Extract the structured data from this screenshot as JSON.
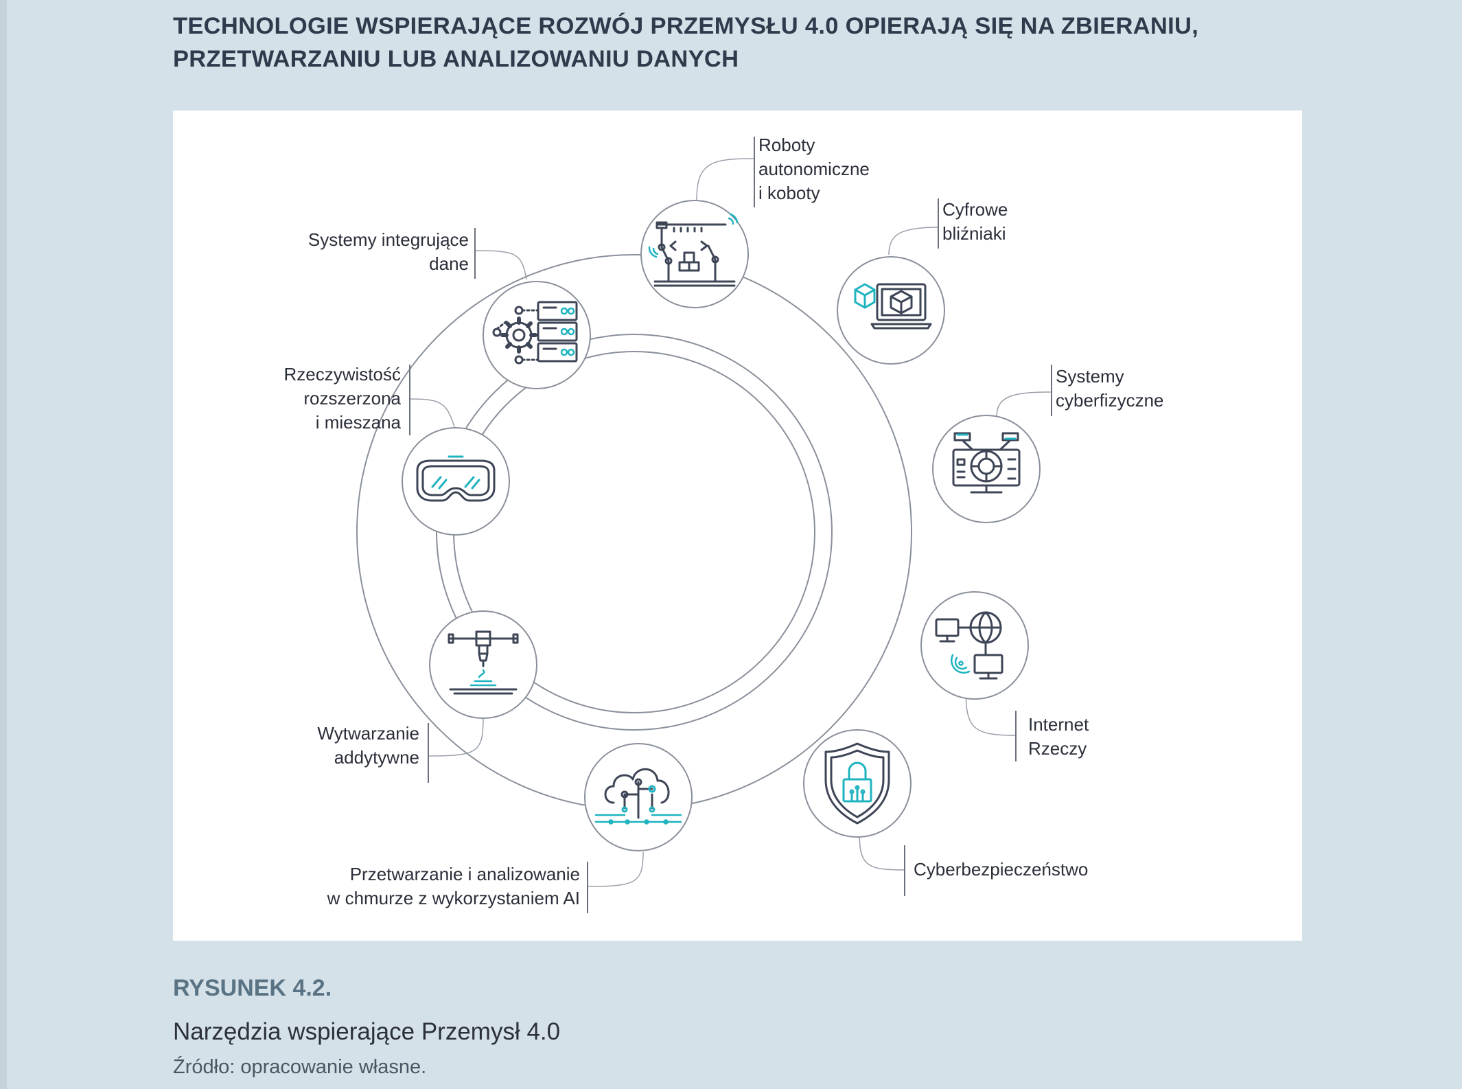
{
  "heading": {
    "line1": "TECHNOLOGIE WSPIERAJĄCE ROZWÓJ PRZEMYSŁU 4.0 OPIERAJĄ SIĘ NA ZBIERANIU,",
    "line2": "PRZETWARZANIU LUB ANALIZOWANIU DANYCH"
  },
  "figure": {
    "number": "RYSUNEK 4.2.",
    "title": "Narzędzia wspierające Przemysł 4.0",
    "source": "Źródło: opracowanie własne."
  },
  "colors": {
    "background": "#d5e1e8",
    "icon_stroke": "#3d4556",
    "accent": "#1fb3c0",
    "ring": "#8a909b"
  },
  "diagram": {
    "nodes": [
      {
        "id": "roboty",
        "icon": "robot-arm-icon",
        "label": [
          "Roboty",
          "autonomiczne",
          "i koboty"
        ]
      },
      {
        "id": "cyfrowe",
        "icon": "digital-twin-icon",
        "label": [
          "Cyfrowe",
          "bliźniaki"
        ]
      },
      {
        "id": "cps",
        "icon": "cyber-physical-icon",
        "label": [
          "Systemy",
          "cyberfizyczne"
        ]
      },
      {
        "id": "iot",
        "icon": "iot-network-icon",
        "label": [
          "Internet",
          "Rzeczy"
        ]
      },
      {
        "id": "security",
        "icon": "shield-lock-icon",
        "label": [
          "Cyberbezpieczeństwo"
        ]
      },
      {
        "id": "cloud",
        "icon": "cloud-ai-icon",
        "label": [
          "Przetwarzanie i analizowanie",
          "w chmurze z wykorzystaniem AI"
        ]
      },
      {
        "id": "additive",
        "icon": "3d-printer-icon",
        "label": [
          "Wytwarzanie",
          "addytywne"
        ]
      },
      {
        "id": "ar",
        "icon": "vr-headset-icon",
        "label": [
          "Rzeczywistość",
          "rozszerzona",
          "i mieszana"
        ]
      },
      {
        "id": "integration",
        "icon": "server-gear-icon",
        "label": [
          "Systemy integrujące",
          "dane"
        ]
      }
    ]
  }
}
